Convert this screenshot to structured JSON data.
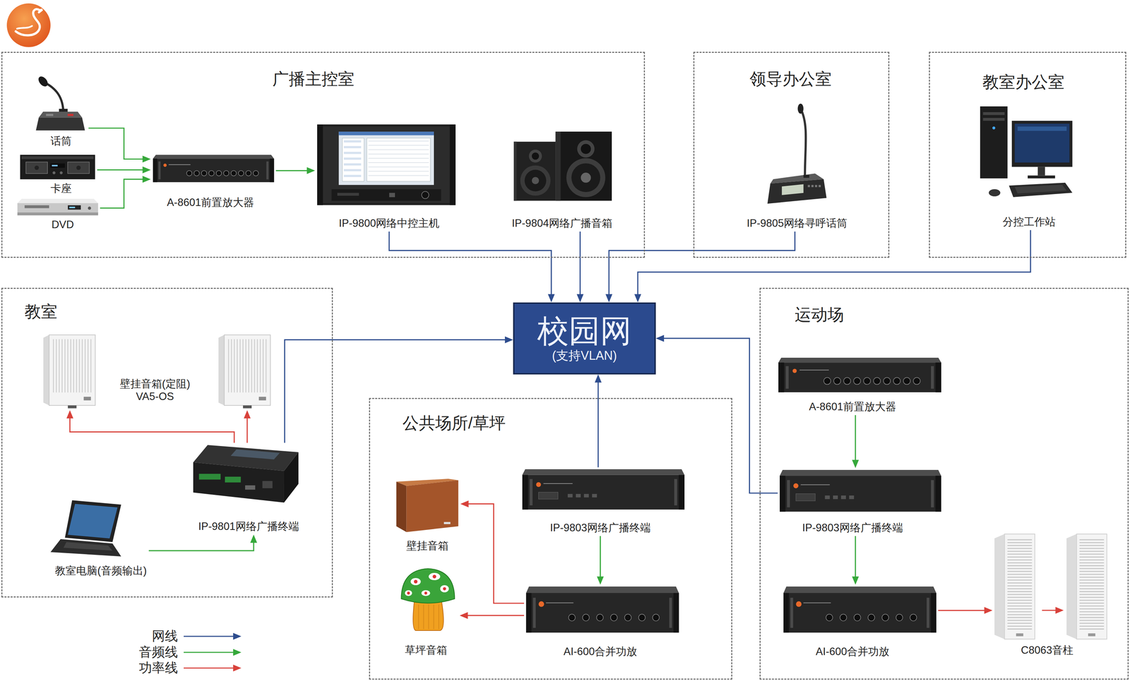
{
  "diagram": {
    "nodes": [
      {
        "text": [
          "广播主控室"
        ]
      },
      {
        "text": [
          "话筒"
        ],
        "in": 0
      },
      {
        "text": [
          "卡座"
        ],
        "in": 0
      },
      {
        "text": [
          "DVD"
        ],
        "in": 0
      },
      {
        "text": [
          "A-8601前置放大器"
        ],
        "in": 0
      },
      {
        "text": [
          "IP-9800网络中控主机"
        ],
        "in": 0
      },
      {
        "text": [
          "IP-9804网络广播音箱"
        ],
        "in": 0
      },
      {
        "text": [
          "领导办公室"
        ]
      },
      {
        "text": [
          "IP-9805网络寻呼话筒"
        ],
        "in": 7
      },
      {
        "text": [
          "教室办公室"
        ]
      },
      {
        "text": [
          "分控工作站"
        ],
        "in": 9
      },
      {
        "text": [
          "教室"
        ]
      },
      {
        "text": [
          "壁挂音箱(定阻) VA5-OS"
        ],
        "in": 11
      },
      {
        "text": [
          "IP-9801网络广播终端"
        ],
        "in": 11
      },
      {
        "text": [
          "教室电脑(音频输出)"
        ],
        "in": 11
      },
      {
        "text": [
          "校园网",
          "(支持VLAN)"
        ]
      },
      {
        "text": [
          "运动场"
        ]
      },
      {
        "text": [
          "A-8601前置放大器"
        ],
        "in": 16
      },
      {
        "text": [
          "IP-9803网络广播终端"
        ],
        "in": 16
      },
      {
        "text": [
          "AI-600合并功放"
        ],
        "in": 16
      },
      {
        "text": [
          "C8063音柱"
        ],
        "in": 16
      },
      {
        "text": [
          "公共场所/草坪"
        ]
      },
      {
        "text": [
          "IP-9803网络广播终端"
        ],
        "in": 21
      },
      {
        "text": [
          "壁挂音箱"
        ],
        "in": 21
      },
      {
        "text": [
          "草坪音箱"
        ],
        "in": 21
      },
      {
        "text": [
          "AI-600合并功放"
        ],
        "in": 21
      }
    ],
    "edges": [
      {
        "from": 1,
        "to": 4,
        "arrow": "to"
      },
      {
        "from": 2,
        "to": 4,
        "arrow": "to"
      },
      {
        "from": 3,
        "to": 4,
        "arrow": "to"
      },
      {
        "from": 4,
        "to": 5,
        "arrow": "to"
      },
      {
        "from": 5,
        "to": 15,
        "arrow": "to"
      },
      {
        "from": 6,
        "to": 15,
        "arrow": "to"
      },
      {
        "from": 8,
        "to": 15,
        "arrow": "to"
      },
      {
        "from": 10,
        "to": 15,
        "arrow": "to"
      },
      {
        "from": 13,
        "to": 12,
        "arrow": "to"
      },
      {
        "from": 13,
        "to": 12,
        "arrow": "to"
      },
      {
        "from": 14,
        "to": 13,
        "arrow": "to"
      },
      {
        "from": 13,
        "to": 15,
        "arrow": "to"
      },
      {
        "from": 22,
        "to": 15,
        "arrow": "to"
      },
      {
        "from": 22,
        "to": 25,
        "arrow": "to"
      },
      {
        "from": 25,
        "to": 23,
        "arrow": "to"
      },
      {
        "from": 25,
        "to": 24,
        "arrow": "to"
      },
      {
        "from": 17,
        "to": 18,
        "arrow": "to"
      },
      {
        "from": 18,
        "to": 15,
        "arrow": "to"
      },
      {
        "from": 18,
        "to": 19,
        "arrow": "to"
      },
      {
        "from": 19,
        "to": 20,
        "arrow": "to"
      }
    ],
    "legend": [
      {
        "text": "网线",
        "color": "#2e4d8e"
      },
      {
        "text": "音频线",
        "color": "#35a83a"
      },
      {
        "text": "功率线",
        "color": "#d8413a"
      }
    ]
  }
}
